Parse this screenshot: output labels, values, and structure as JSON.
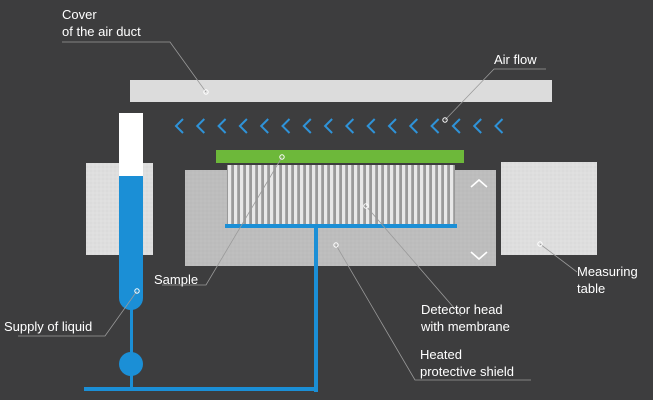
{
  "labels": {
    "cover_line1": "Cover",
    "cover_line2": "of the air duct",
    "air_flow": "Air flow",
    "sample": "Sample",
    "measuring_line1": "Measuring",
    "measuring_line2": "table",
    "supply": "Supply of liquid",
    "detector_line1": "Detector head",
    "detector_line2": "with membrane",
    "heated_line1": "Heated",
    "heated_line2": "protective shield"
  },
  "colors": {
    "background": "#3d3d3e",
    "cover": "#dcdcdc",
    "air_arrows": "#2f93d8",
    "sample_strip": "#6db83a",
    "liquid": "#1b8fd6",
    "shield": "#bdbdbd",
    "table": "#dedede",
    "leader_lines": "#9a9a9a"
  },
  "air_flow_arrow_icon": "chevron-left-icon",
  "shield_arrow_icons": [
    "chevron-up-icon",
    "chevron-down-icon"
  ]
}
